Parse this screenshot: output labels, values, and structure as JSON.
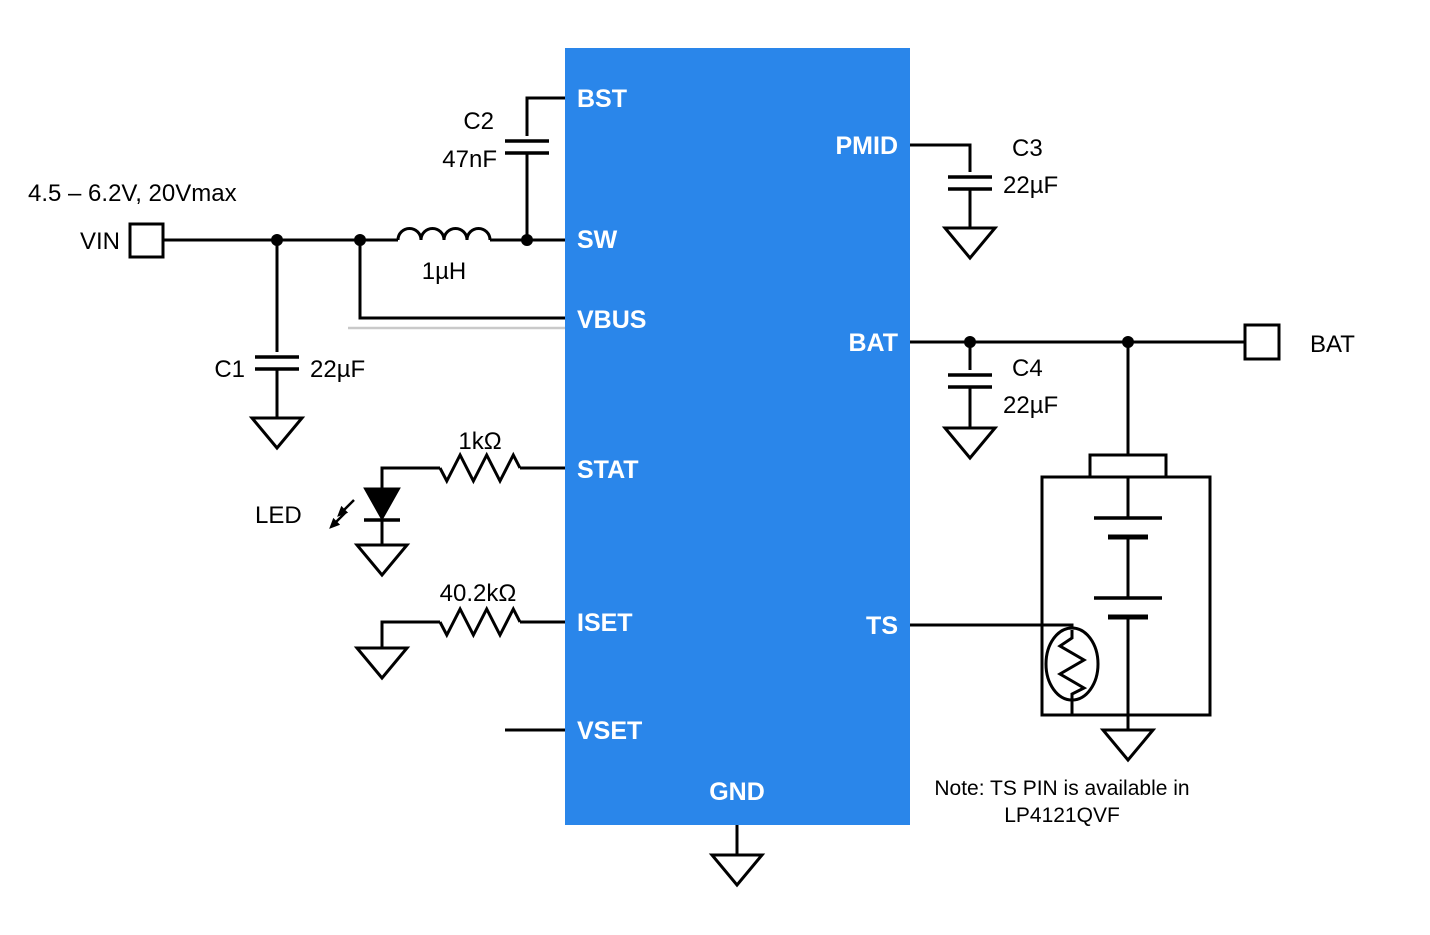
{
  "ic": {
    "fill_color": "#2a86ea",
    "pins": {
      "bst": "BST",
      "sw": "SW",
      "vbus": "VBUS",
      "stat": "STAT",
      "iset": "ISET",
      "vset": "VSET",
      "gnd": "GND",
      "pmid": "PMID",
      "bat": "BAT",
      "ts": "TS"
    }
  },
  "terminals": {
    "vin": {
      "label": "VIN"
    },
    "bat": {
      "label": "BAT"
    }
  },
  "components": {
    "c1": {
      "ref": "C1",
      "value": "22µF"
    },
    "c2": {
      "ref": "C2",
      "value": "47nF"
    },
    "c3": {
      "ref": "C3",
      "value": "22µF"
    },
    "c4": {
      "ref": "C4",
      "value": "22µF"
    },
    "inductor": {
      "value": "1µH"
    },
    "r_stat": {
      "value": "1kΩ"
    },
    "r_iset": {
      "value": "40.2kΩ"
    },
    "led": {
      "label": "LED"
    }
  },
  "annotations": {
    "input_range": "4.5 – 6.2V, 20Vmax",
    "note_line1": "Note: TS PIN is available in",
    "note_line2": "LP4121QVF"
  }
}
